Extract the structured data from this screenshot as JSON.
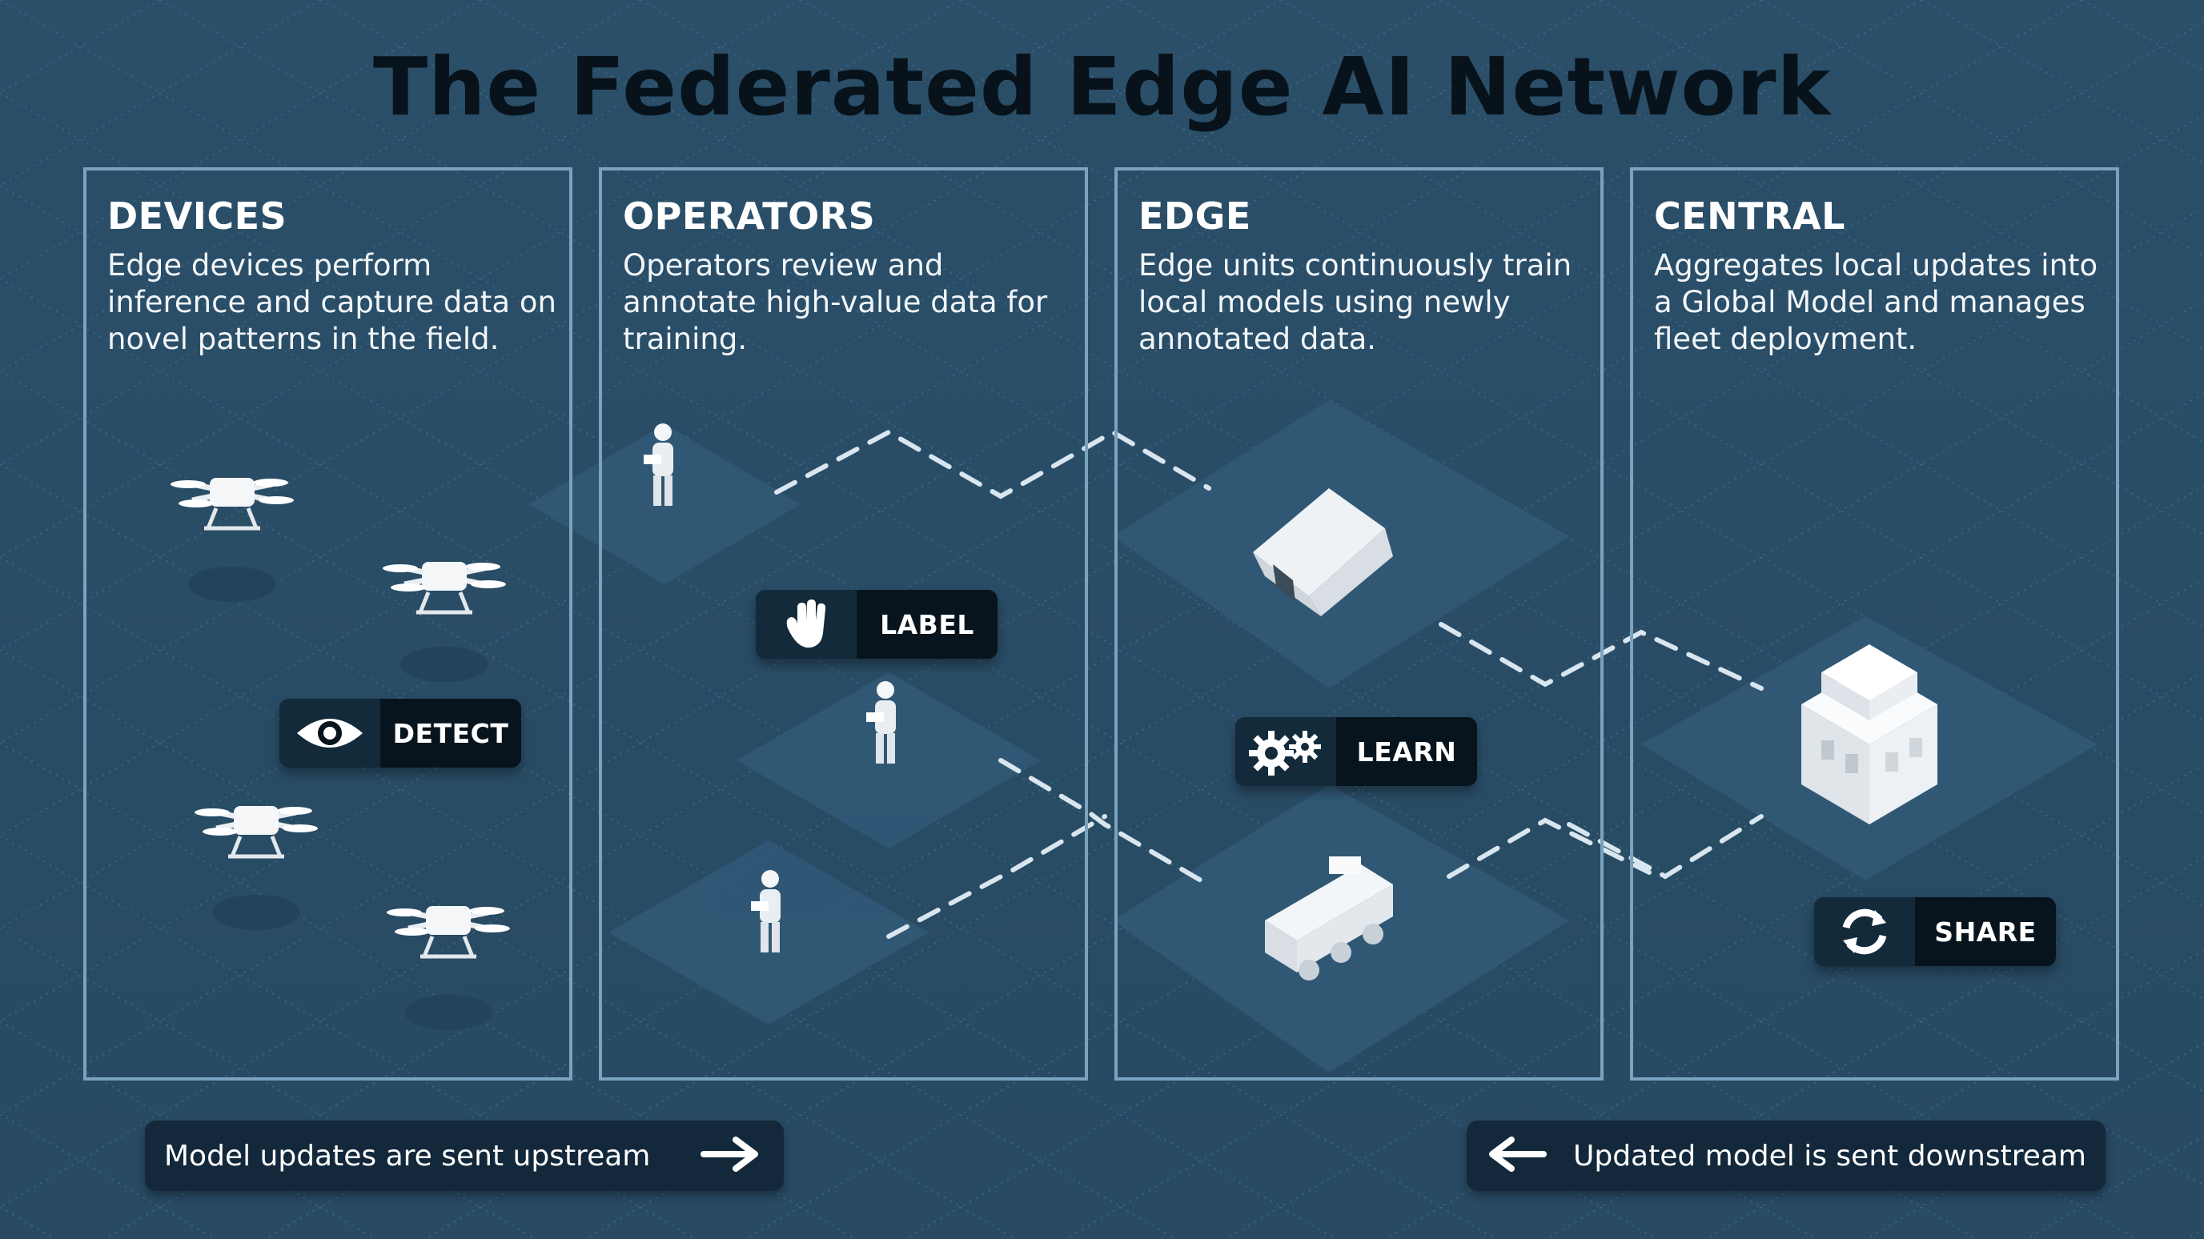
{
  "title": "The Federated Edge AI Network",
  "panels": [
    {
      "heading": "DEVICES",
      "description": "Edge devices perform inference and capture data on novel patterns in the field."
    },
    {
      "heading": "OPERATORS",
      "description": "Operators review and annotate high-value data for training."
    },
    {
      "heading": "EDGE",
      "description": "Edge units continuously train local models using newly annotated data."
    },
    {
      "heading": "CENTRAL",
      "description": "Aggregates local updates into a Global Model and manages fleet deployment."
    }
  ],
  "actions": {
    "detect": {
      "label": "DETECT",
      "icon": "eye-icon"
    },
    "label": {
      "label": "LABEL",
      "icon": "hand-icon"
    },
    "learn": {
      "label": "LEARN",
      "icon": "gears-icon"
    },
    "share": {
      "label": "SHARE",
      "icon": "sync-icon"
    }
  },
  "footer": {
    "upstream": {
      "text": "Model updates are sent upstream",
      "icon": "arrow-right-icon"
    },
    "downstream": {
      "text": "Updated model is sent downstream",
      "icon": "arrow-left-icon"
    }
  },
  "colors": {
    "background": "#2a4d66",
    "panel_border": "#7aa3c0",
    "title": "#07121b",
    "pill": "#08141d",
    "footer": "#13283a"
  }
}
